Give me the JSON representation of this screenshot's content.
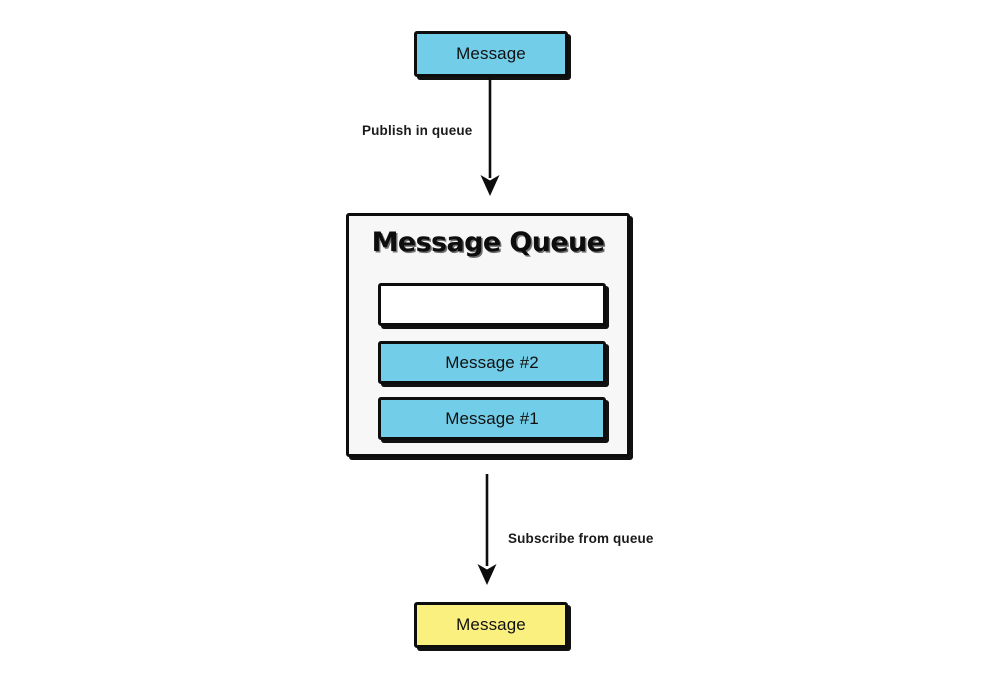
{
  "diagram": {
    "title": "Message Queue publish/subscribe flow",
    "background": "#ffffff",
    "colors": {
      "message_blue": "#72cde8",
      "message_yellow": "#faf080",
      "panel_background": "#f7f7f7",
      "empty_slot": "#ffffff",
      "stroke": "#0d0d0d",
      "text": "#111111"
    }
  },
  "producer": {
    "label": "Message",
    "color": "#72cde8"
  },
  "publish_edge": {
    "label": "Publish in queue",
    "direction": "down",
    "arrow_icon": "arrow-down-icon"
  },
  "queue": {
    "title": "Message Queue",
    "slots": [
      {
        "label": "",
        "state": "empty",
        "color": "#ffffff"
      },
      {
        "label": "Message #2",
        "state": "filled",
        "color": "#72cde8"
      },
      {
        "label": "Message #1",
        "state": "filled",
        "color": "#72cde8"
      }
    ]
  },
  "subscribe_edge": {
    "label": "Subscribe from queue",
    "direction": "down",
    "arrow_icon": "arrow-down-icon"
  },
  "consumer": {
    "label": "Message",
    "color": "#faf080"
  }
}
